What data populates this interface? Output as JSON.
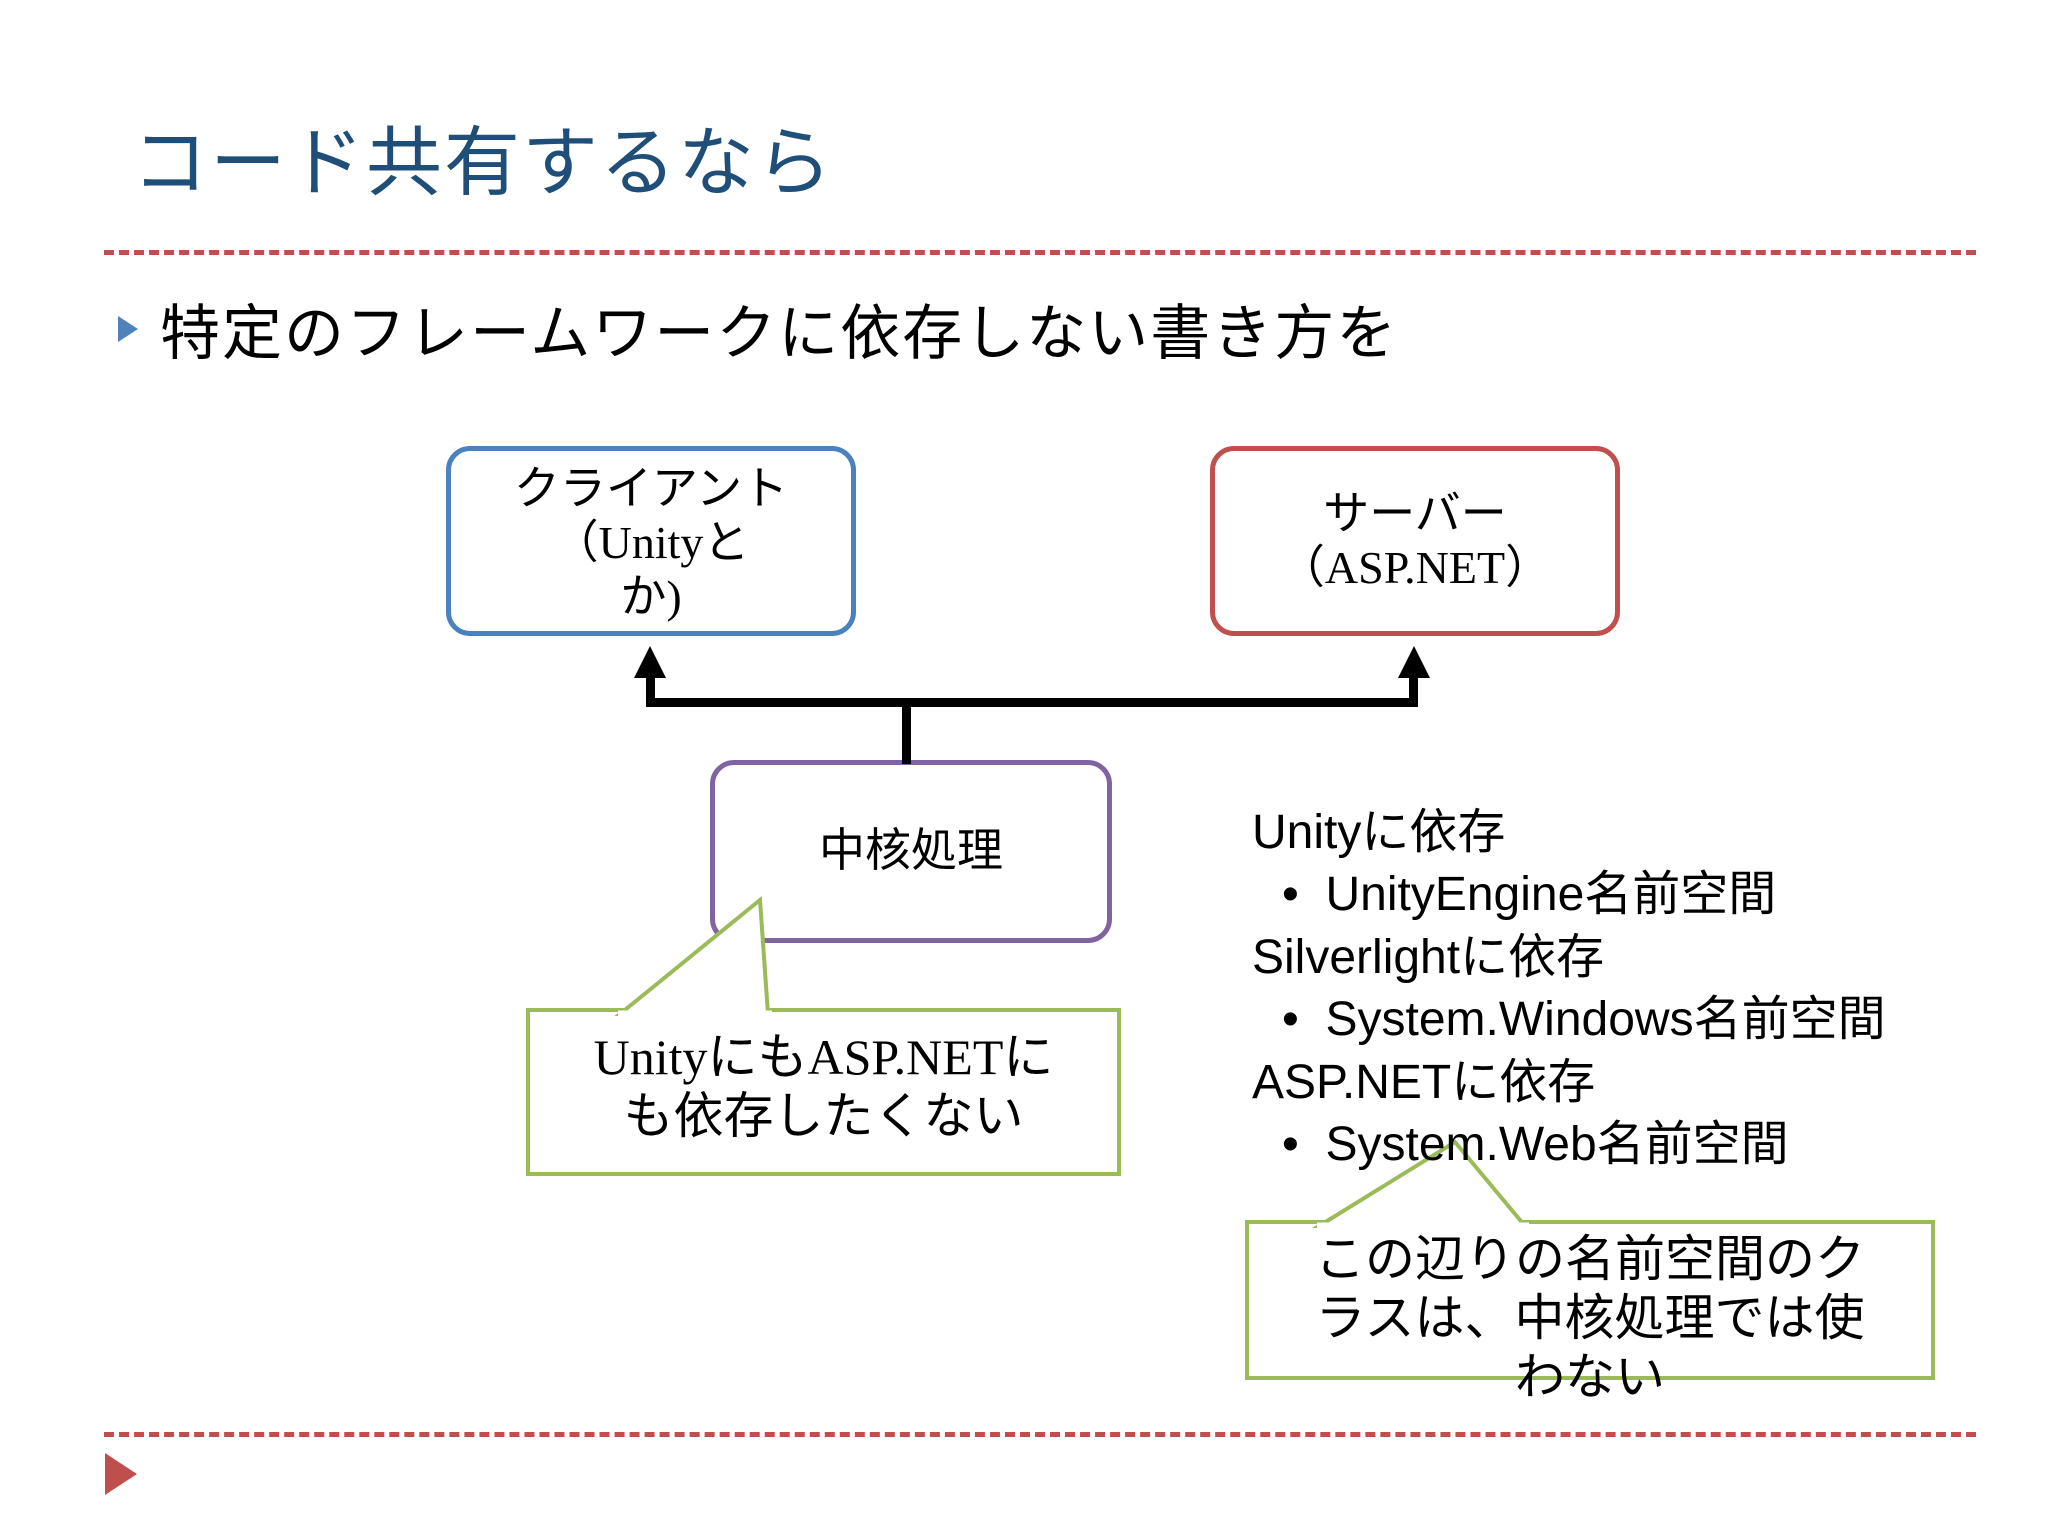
{
  "slide": {
    "title": "コード共有するなら",
    "bullet": "特定のフレームワークに依存しない書き方を",
    "accent_title_color": "#1F4E79",
    "accent_rule_color": "#BF4F4C"
  },
  "diagram": {
    "client": {
      "line1": "クライアント",
      "line2": "（Unityと",
      "line3": "か)",
      "border_color": "#4A81BF"
    },
    "server": {
      "line1": "サーバー",
      "line2": "（ASP.NET）",
      "border_color": "#C0504D"
    },
    "core": {
      "label": "中核処理",
      "border_color": "#8064A2"
    },
    "connector_color": "#000000"
  },
  "callouts": {
    "left": {
      "line1": "UnityにもASP.NETに",
      "line2": "も依存したくない",
      "border_color": "#9BBB59"
    },
    "right": {
      "line1": "この辺りの名前空間のク",
      "line2": "ラスは、中核処理では使",
      "line3": "わない",
      "border_color": "#9BBB59"
    }
  },
  "dependency_list": [
    {
      "text": "Unityに依存",
      "bulleted": false
    },
    {
      "text": "UnityEngine名前空間",
      "bulleted": true
    },
    {
      "text": "Silverlightに依存",
      "bulleted": false
    },
    {
      "text": "System.Windows名前空間",
      "bulleted": true
    },
    {
      "text": "ASP.NETに依存",
      "bulleted": false
    },
    {
      "text": "System.Web名前空間",
      "bulleted": true
    }
  ],
  "footer": {
    "marker": "triangle-marker",
    "marker_color": "#BF4F4C"
  }
}
